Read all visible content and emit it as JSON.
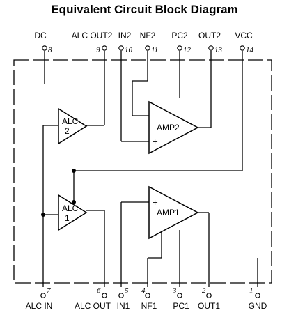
{
  "title": "Equivalent Circuit Block Diagram",
  "top_pins": [
    {
      "num": "8",
      "name": "DC"
    },
    {
      "num": "9",
      "name": "ALC OUT2"
    },
    {
      "num": "10",
      "name": "IN2"
    },
    {
      "num": "11",
      "name": "NF2"
    },
    {
      "num": "12",
      "name": "PC2"
    },
    {
      "num": "13",
      "name": "OUT2"
    },
    {
      "num": "14",
      "name": "VCC"
    }
  ],
  "bottom_pins": [
    {
      "num": "7",
      "name": "ALC IN"
    },
    {
      "num": "6",
      "name": "ALC OUT"
    },
    {
      "num": "5",
      "name": "IN1"
    },
    {
      "num": "4",
      "name": "NF1"
    },
    {
      "num": "3",
      "name": "PC1"
    },
    {
      "num": "2",
      "name": "OUT1"
    },
    {
      "num": "1",
      "name": "GND"
    }
  ],
  "blocks": {
    "alc2": {
      "line1": "ALC",
      "line2": "2"
    },
    "alc1": {
      "line1": "ALC",
      "line2": "1"
    },
    "amp2": {
      "label": "AMP2",
      "minus": "−",
      "plus": "+"
    },
    "amp1": {
      "label": "AMP1",
      "plus": "+",
      "minus": "−"
    }
  }
}
